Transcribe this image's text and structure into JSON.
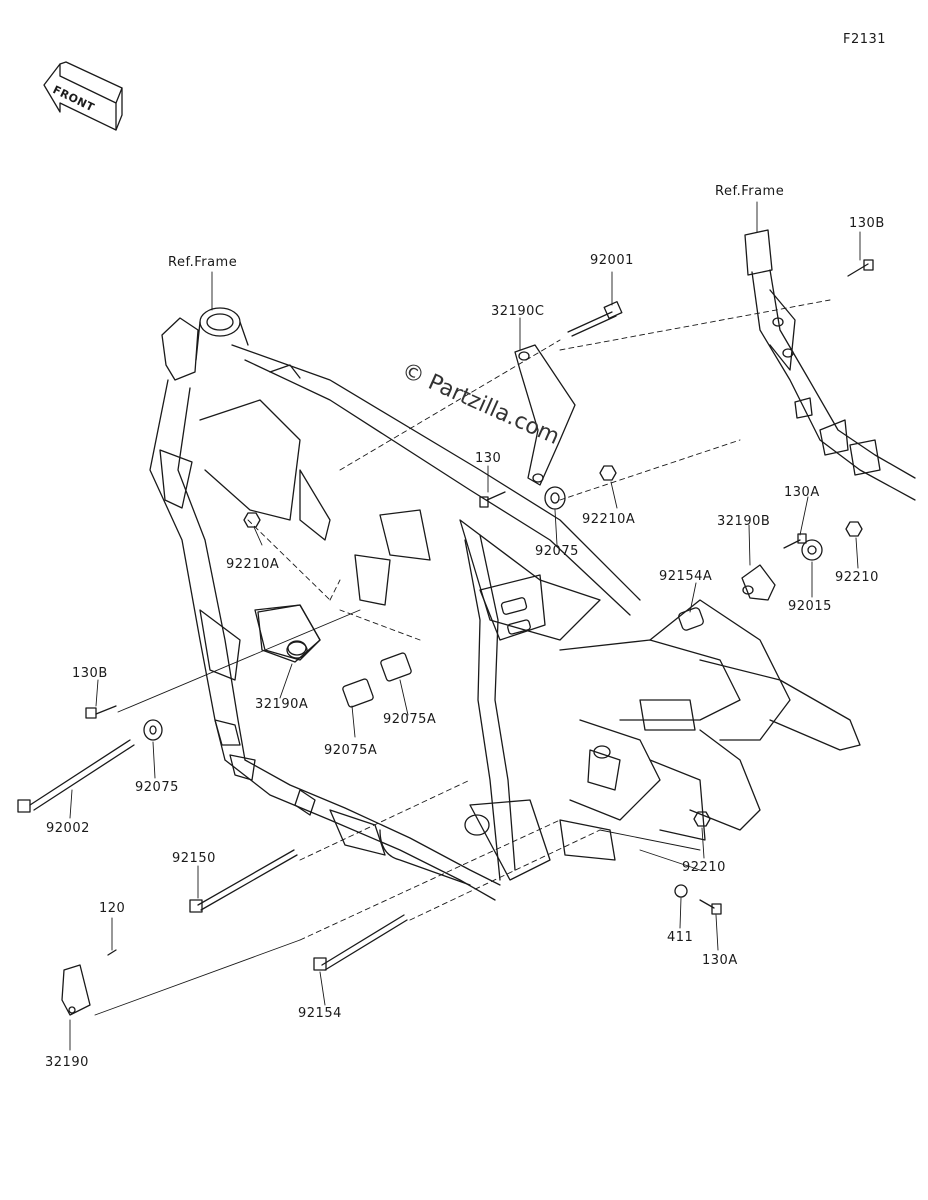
{
  "figure_code": "F2131",
  "front_badge": "FRONT",
  "watermark": "© Partzilla.com",
  "reference_labels": [
    "Ref.Frame",
    "Ref.Frame"
  ],
  "parts": {
    "p92001": "92001",
    "p32190C": "32190C",
    "p130_top": "130",
    "p130B_right": "130B",
    "p130A_right": "130A",
    "p92210A_left": "92210A",
    "p92210A_mid": "92210A",
    "p92075_mid": "92075",
    "p32190B": "32190B",
    "p92154A": "92154A",
    "p92015": "92015",
    "p92210_right": "92210",
    "p130B_left": "130B",
    "p32190A": "32190A",
    "p92075A_a": "92075A",
    "p92075A_b": "92075A",
    "p92075_left": "92075",
    "p92002": "92002",
    "p92150": "92150",
    "p92210_lower": "92210",
    "p411": "411",
    "p130A_lower": "130A",
    "p120": "120",
    "p92154": "92154",
    "p32190": "32190"
  }
}
